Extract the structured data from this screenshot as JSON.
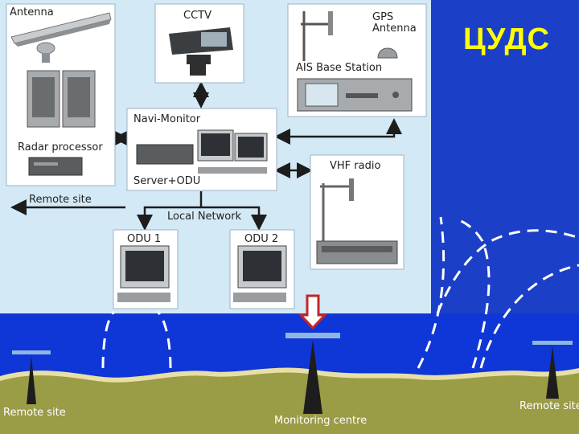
{
  "title": "ЦУДС",
  "labels": {
    "antenna": "Antenna",
    "radar_processor": "Radar processor",
    "cctv": "CCTV",
    "gps_antenna_1": "GPS",
    "gps_antenna_2": "Antenna",
    "ais_base_station": "AIS Base Station",
    "navi_monitor": "Navi-Monitor",
    "server_odu": "Server+ODU",
    "vhf_radio": "VHF radio",
    "remote_site_arrow": "Remote site",
    "local_network": "Local Network",
    "odu1": "ODU 1",
    "odu2": "ODU 2",
    "remote_site_left": "Remote site",
    "monitoring_centre": "Monitoring centre",
    "remote_site_right": "Remote site"
  },
  "colors": {
    "panel": "#d3e9f6",
    "sea": "#1137d4",
    "sky": "#1c3fc8",
    "shore": "#9a9c46",
    "beach": "#e8dfa6",
    "marker": "#c0272d"
  }
}
